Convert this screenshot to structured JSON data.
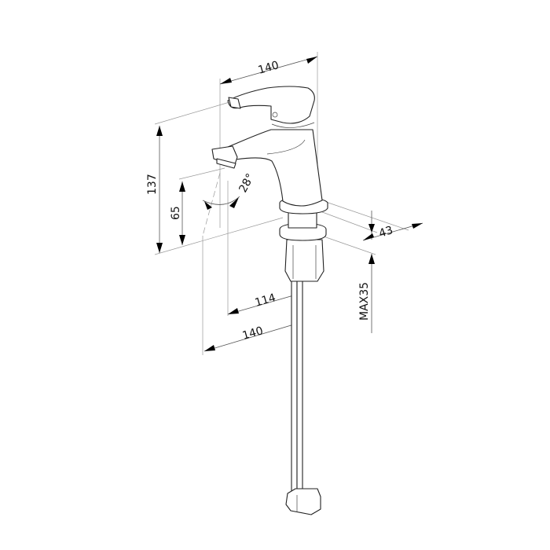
{
  "drawing": {
    "title": "Faucet dimension drawing",
    "dimensions": {
      "top_width": "140",
      "total_height": "137",
      "spout_height": "65",
      "spout_angle": "28°",
      "base_diameter": "43",
      "max_counter_thickness": "MAX35",
      "spout_reach": "114",
      "bottom_width": "140"
    },
    "colors": {
      "line": "#222222",
      "dimension": "#555555",
      "extension": "#999999"
    }
  }
}
